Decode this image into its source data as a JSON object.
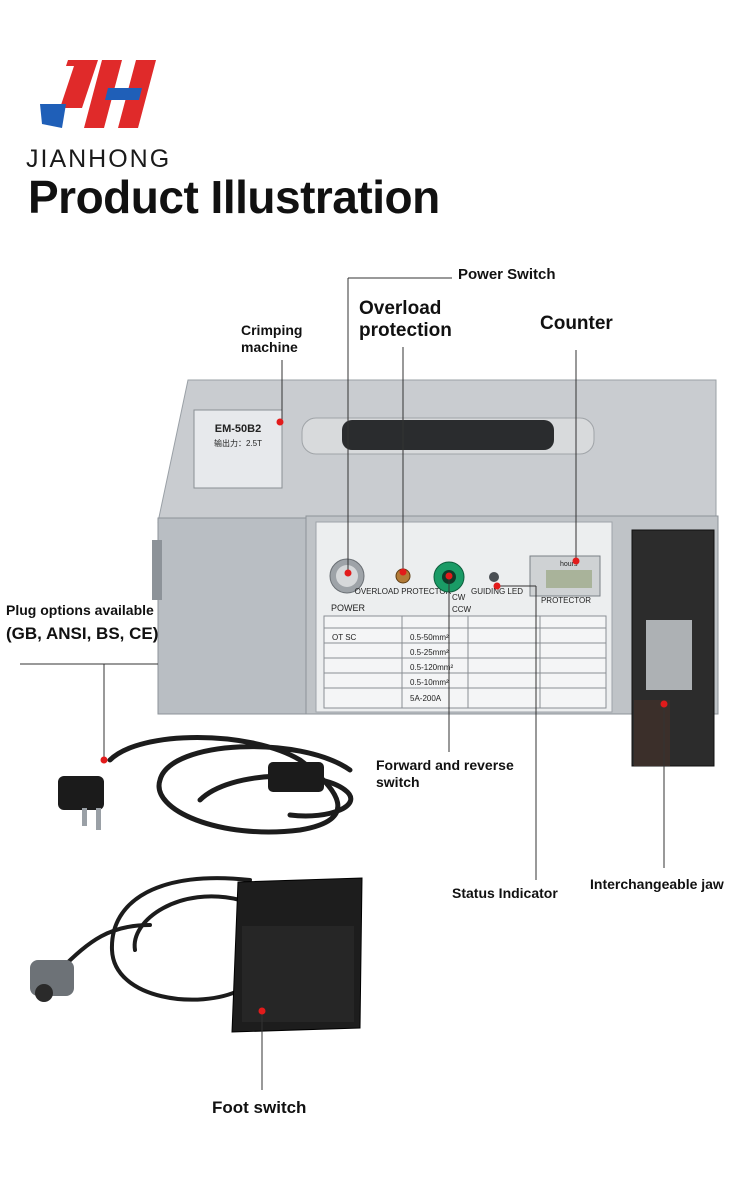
{
  "brand": {
    "name": "JIANHONG",
    "colors": {
      "red": "#e02a2a",
      "blue": "#1f5fb8"
    }
  },
  "headline": "Product Illustration",
  "callouts": {
    "power_switch": "Power Switch",
    "overload_protection": "Overload protection",
    "counter": "Counter",
    "crimping_machine": "Crimping machine",
    "plug_options": "Plug options available",
    "plug_standards": "(GB, ANSI, BS, CE)",
    "forward_reverse_switch": "Forward and reverse switch",
    "status_indicator": "Status Indicator",
    "interchangeable_jaw": "Interchangeable jaw",
    "foot_switch": "Foot switch"
  },
  "machine": {
    "model": "EM-50B2",
    "nameplate_line": "输出力：2.5T",
    "panel": {
      "power": "POWER",
      "overload_protector": "OVERLOAD PROTECTOR",
      "cw": "CW",
      "ccw": "CCW",
      "guiding_led": "GUIDING LED",
      "protector": "PROTECTOR",
      "counter_unit": "hours"
    },
    "table_rows": [
      "OT SC",
      "0.5-50mm²",
      "0.5-25mm²",
      "0.5-120mm²",
      "0.5-10mm²",
      "5A-200A"
    ]
  },
  "colors": {
    "marker": "#e21b1b",
    "line": "#333333"
  }
}
